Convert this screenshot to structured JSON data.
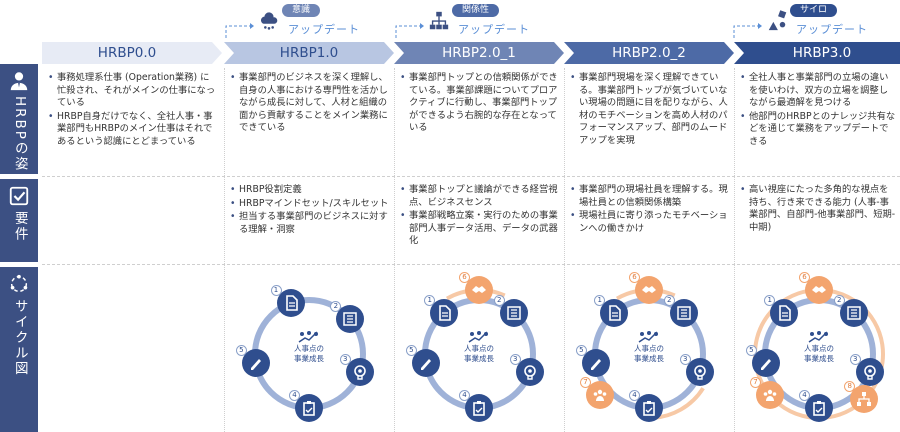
{
  "sidebar": {
    "row1_label": "HRBPの姿",
    "row2_label": "要件",
    "row3_label": "サイクル図"
  },
  "updates": [
    {
      "tag": "意識",
      "text": "アップデート"
    },
    {
      "tag": "関係性",
      "text": "アップデート"
    },
    {
      "tag": "サイロ",
      "text": "アップデート"
    }
  ],
  "columns": [
    {
      "title": "HRBP0.0",
      "profile": [
        "事務処理系仕事 (Operation業務) に忙殺され、それがメインの仕事になっている",
        "HRBP自身だけでなく、全社人事・事業部門もHRBPのメイン仕事はそれであるという認識にとどまっている"
      ],
      "requirements": []
    },
    {
      "title": "HRBP1.0",
      "profile": [
        "事業部門のビジネスを深く理解し、自身の人事における専門性を活かしながら成長に対して、人材と組織の面から貢献することをメイン業務にできている"
      ],
      "requirements": [
        "HRBP役割定義",
        "HRBPマインドセット/スキルセット",
        "担当する事業部門のビジネスに対する理解・洞察"
      ]
    },
    {
      "title": "HRBP2.0_1",
      "profile": [
        "事業部門トップとの信頼関係ができている。事業部課題についてプロアクティブに行動し、事業部門トップができるよう右腕的な存在となっている"
      ],
      "requirements": [
        "事業部トップと議論ができる経営視点、ビジネスセンス",
        "事業部戦略立案・実行のための事業部門人事データ活用、データの武器化"
      ]
    },
    {
      "title": "HRBP2.0_2",
      "profile": [
        "事業部門現場を深く理解できている。事業部門トップが気づいていない現場の問題に目を配りながら、人材のモチベーションを高め人材のパフォーマンスアップ、部門のムードアップを実現"
      ],
      "requirements": [
        "事業部門の現場社員を理解する。現場社員との信頼関係構築",
        "現場社員に寄り添ったモチベーションへの働きかけ"
      ]
    },
    {
      "title": "HRBP3.0",
      "profile": [
        "全社人事と事業部門の立場の違いを使いわけ、双方の立場を調整しながら最適解を見つける",
        "他部門のHRBPとのナレッジ共有などを通じて業務をアップデートできる"
      ],
      "requirements": [
        "高い視座にたった多角的な視点を持ち、行き来できる能力 (人事-事業部門、自部門-他事業部門、短期-中期)"
      ]
    }
  ],
  "cycle": {
    "center_label_1": "人事点の",
    "center_label_2": "事業成長",
    "numbers": [
      "1",
      "2",
      "3",
      "4",
      "5",
      "6",
      "7",
      "8"
    ]
  },
  "colors": {
    "navy": "#3c5083",
    "header_navy": "#2f4e8e",
    "header_light": "#e7ebf5",
    "header_mid": "#b8c6e2",
    "accent_blue": "#5b8fd6",
    "orange": "#f3a46e"
  }
}
